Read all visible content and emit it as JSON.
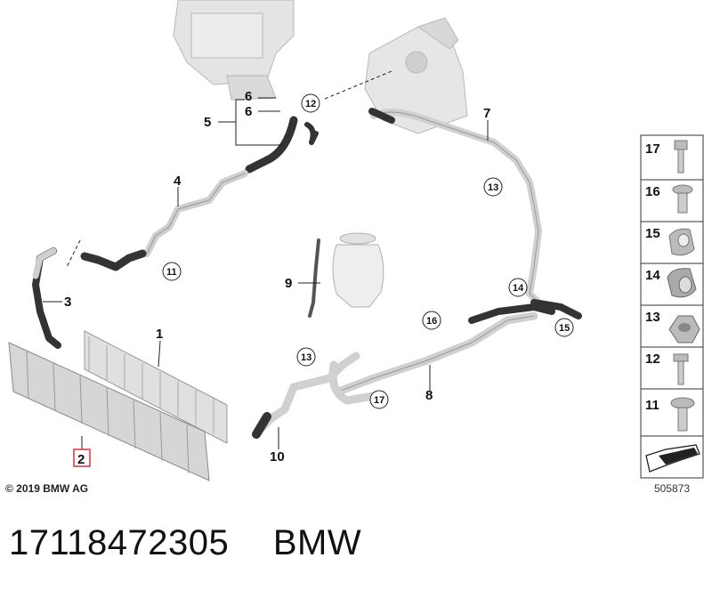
{
  "diagram": {
    "callouts": {
      "c1": "1",
      "c2": "2",
      "c3": "3",
      "c4": "4",
      "c5": "5",
      "c6a": "6",
      "c6b": "6",
      "c7": "7",
      "c8": "8",
      "c9": "9",
      "c10": "10"
    },
    "circled": {
      "r12": "12",
      "r13a": "13",
      "r13b": "13",
      "r14": "14",
      "r15": "15",
      "r16": "16",
      "r17": "17",
      "r11": "11"
    },
    "highlighted_part": "2"
  },
  "side_panel": {
    "items": [
      {
        "number": "17",
        "icon": "screw-icon"
      },
      {
        "number": "16",
        "icon": "rivet-icon"
      },
      {
        "number": "15",
        "icon": "clamp-icon"
      },
      {
        "number": "14",
        "icon": "hose-clamp-icon"
      },
      {
        "number": "13",
        "icon": "hex-nut-icon"
      },
      {
        "number": "12",
        "icon": "bolt-icon"
      },
      {
        "number": "11",
        "icon": "flange-screw-icon"
      }
    ],
    "last_icon": "wedge-arrow-icon"
  },
  "copyright": "© 2019 BMW AG",
  "diagram_number": "505873",
  "footer": {
    "part_number": "17118472305",
    "brand": "BMW"
  }
}
